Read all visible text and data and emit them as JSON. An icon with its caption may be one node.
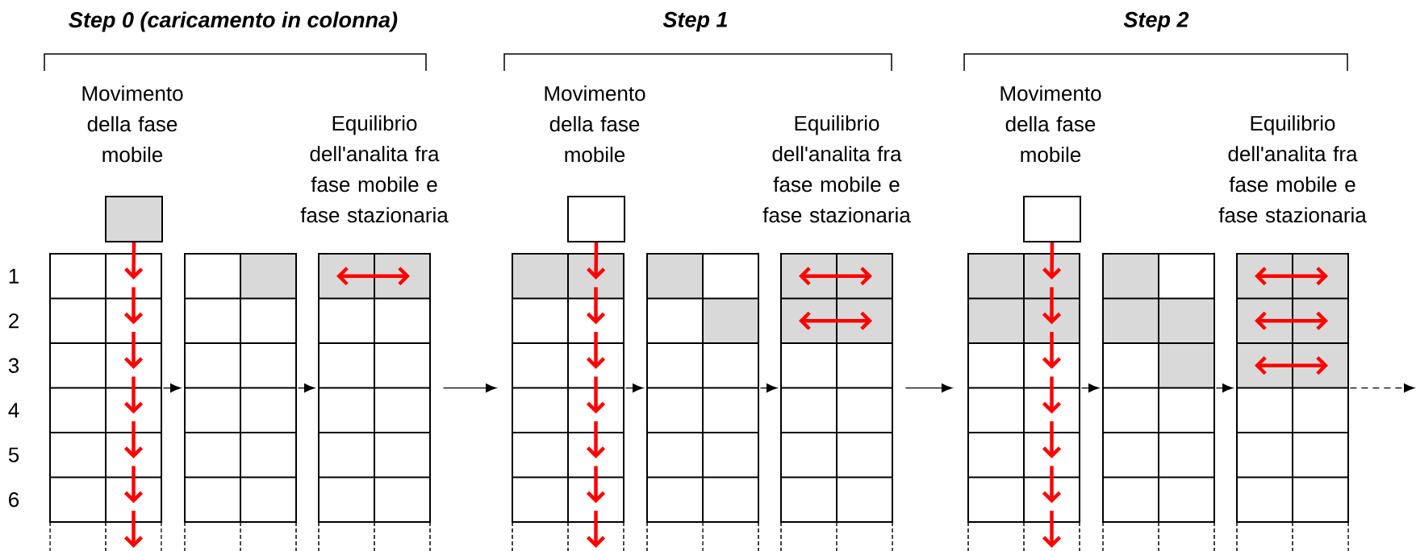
{
  "diagram": {
    "nodes": [
      {
        "text": [],
        "shape": "box"
      },
      {
        "text": [],
        "shape": "grid"
      },
      {
        "text": [],
        "shape": "grid"
      },
      {
        "text": [],
        "shape": "grid"
      },
      {
        "text": [],
        "shape": "box"
      },
      {
        "text": [],
        "shape": "grid"
      },
      {
        "text": [],
        "shape": "grid"
      },
      {
        "text": [],
        "shape": "grid"
      },
      {
        "text": [],
        "shape": "box"
      },
      {
        "text": [],
        "shape": "grid"
      },
      {
        "text": [],
        "shape": "grid"
      },
      {
        "text": [],
        "shape": "grid"
      }
    ],
    "edges": [
      {
        "from": 1,
        "to": 2,
        "arrow": "to"
      },
      {
        "from": 2,
        "to": 3,
        "arrow": "to"
      },
      {
        "from": 3,
        "to": 5,
        "arrow": "to"
      },
      {
        "from": 5,
        "to": 6,
        "arrow": "to"
      },
      {
        "from": 6,
        "to": 7,
        "arrow": "to"
      },
      {
        "from": 7,
        "to": 9,
        "arrow": "to"
      },
      {
        "from": 9,
        "to": 10,
        "arrow": "to"
      },
      {
        "from": 10,
        "to": 11,
        "arrow": "to"
      },
      {
        "from": 11,
        "to": null,
        "arrow": "to",
        "style": "dashed"
      },
      {
        "from": 0,
        "to": 1,
        "arrow": "to",
        "style": "thick",
        "color": "#ff0000"
      },
      {
        "from": 4,
        "to": 5,
        "arrow": "to",
        "style": "thick",
        "color": "#ff0000"
      },
      {
        "from": 8,
        "to": 9,
        "arrow": "to",
        "style": "thick",
        "color": "#ff0000"
      }
    ],
    "labels": [
      "Step 0 (caricamento in colonna)",
      "Step 1",
      "Step 2",
      "Movimento della fase mobile",
      "Equilibrio dell'analita fra fase mobile e fase stazionaria",
      "Movimento della fase mobile",
      "Equilibrio dell'analita fra fase mobile e fase stazionaria",
      "Movimento della fase mobile",
      "Equilibrio dell'analita fra fase mobile e fase stazionaria",
      "1",
      "2",
      "3",
      "4",
      "5",
      "6"
    ]
  }
}
